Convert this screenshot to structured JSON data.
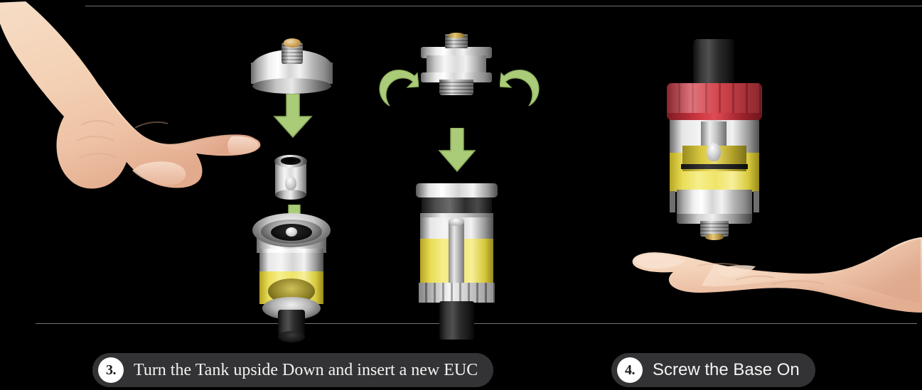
{
  "page": {
    "background_color": "#000000",
    "divider_color": "#9a9a9a"
  },
  "steps": [
    {
      "number": "3.",
      "text": "Turn the Tank upside Down and insert a new EUC",
      "pill_color": "#333234",
      "badge_color": "#ffffff",
      "text_color": "#f3f3f3"
    },
    {
      "number": "4.",
      "text": "Screw the Base On",
      "pill_color": "#333234",
      "badge_color": "#ffffff",
      "text_color": "#f3f3f3"
    }
  ],
  "illustration": {
    "arrow_color": "#aacc78",
    "arrow_outline_color": "#8aa95a",
    "juice_color": "#efe469",
    "red_cap_color": "#d23a44",
    "metal_color": "#d6d6d6",
    "drip_tip_color": "#1a1a1a",
    "contact_pin_color": "#c79a4e",
    "skin_color": "#f0cdb0",
    "parts": {
      "base_cap": "base-cap",
      "euc_coil": "euc-coil",
      "tank_inverted_left": "tank-inverted",
      "base_cap_rotating": "base-cap-rotating",
      "tank_inverted_middle": "tank-inverted-with-base",
      "tank_assembled": "tank-assembled",
      "pointing_hand": "pointing-hand",
      "open_palm_hand": "open-palm-hand"
    }
  }
}
